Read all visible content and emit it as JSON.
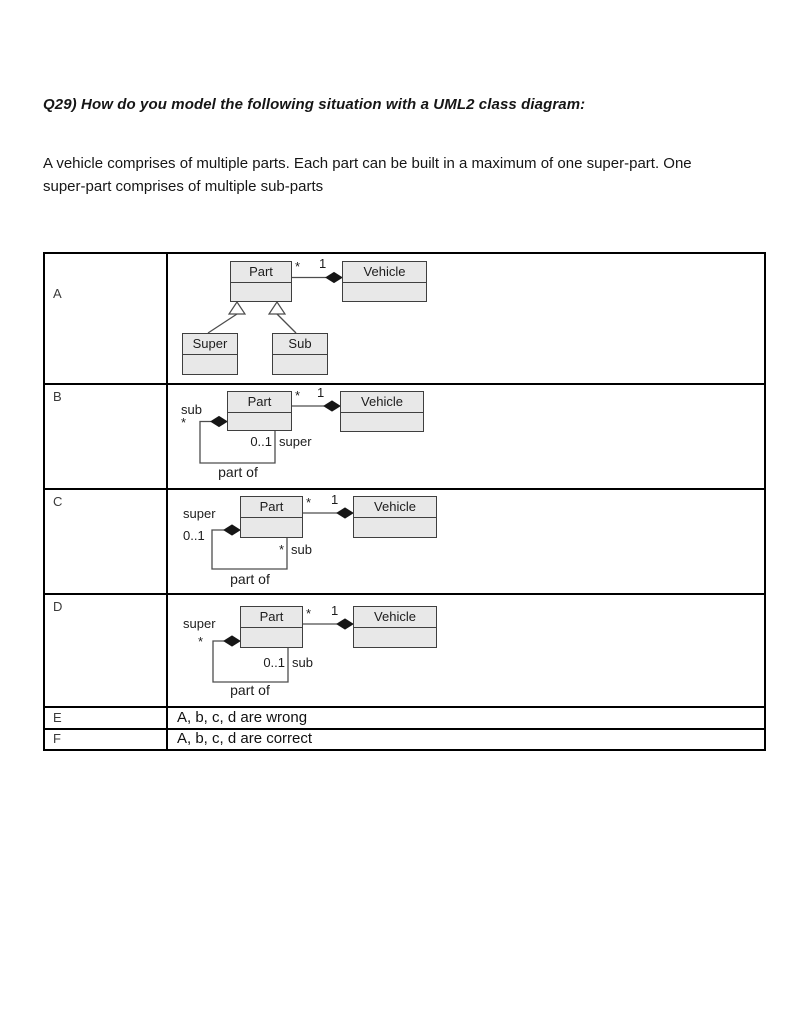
{
  "page": {
    "title": "Q29) How do you model the following situation with a UML2 class diagram:",
    "description": {
      "line1": "A vehicle comprises of multiple parts. Each part can be built in a maximum of one super-part. One",
      "line2": "super-part comprises of multiple sub-parts"
    }
  },
  "colors": {
    "class_fill": "#e8e8e8",
    "class_border": "#3f3f3f",
    "connector": "#4d4d4d",
    "composition_diamond": "#161616",
    "table_border": "#000000"
  },
  "table": {
    "options": {
      "a": {
        "label": "A",
        "diagram": {
          "part_class": "Part",
          "vehicle_class": "Vehicle",
          "super_class": "Super",
          "sub_class": "Sub",
          "part_multiplicity": "*",
          "vehicle_multiplicity": "1"
        }
      },
      "b": {
        "label": "B",
        "diagram": {
          "part_class": "Part",
          "vehicle_class": "Vehicle",
          "part_multiplicity": "*",
          "vehicle_multiplicity": "1",
          "left_role": "sub",
          "left_multiplicity": "*",
          "bottom_multiplicity": "0..1",
          "bottom_role": "super",
          "association_name": "part of"
        }
      },
      "c": {
        "label": "C",
        "diagram": {
          "part_class": "Part",
          "vehicle_class": "Vehicle",
          "part_multiplicity": "*",
          "vehicle_multiplicity": "1",
          "left_role": "super",
          "left_multiplicity": "0..1",
          "bottom_multiplicity": "*",
          "bottom_role": "sub",
          "association_name": "part of"
        }
      },
      "d": {
        "label": "D",
        "diagram": {
          "part_class": "Part",
          "vehicle_class": "Vehicle",
          "part_multiplicity": "*",
          "vehicle_multiplicity": "1",
          "left_role": "super",
          "left_multiplicity": "*",
          "bottom_multiplicity": "0..1",
          "bottom_role": "sub",
          "association_name": "part of"
        }
      },
      "e": {
        "label": "E",
        "text": "A, b, c, d are wrong"
      },
      "f": {
        "label": "F",
        "text": "A, b, c, d are correct"
      }
    }
  }
}
